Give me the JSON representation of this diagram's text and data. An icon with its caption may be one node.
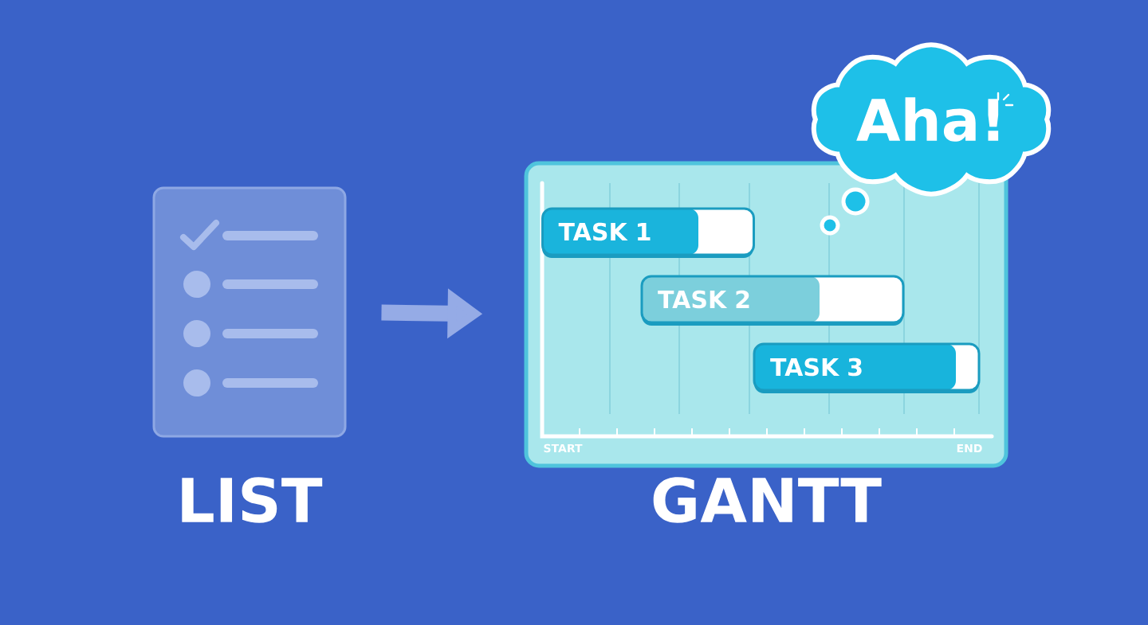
{
  "diagram": {
    "nodes": [
      {
        "text": [],
        "shape": "picture",
        "beside": [
          "LIST"
        ]
      },
      {
        "text": [],
        "shape": "box",
        "beside": [
          "GANTT"
        ]
      },
      {
        "text": [
          "TASK 1"
        ],
        "in": 1
      },
      {
        "text": [
          "TASK 2"
        ],
        "in": 1
      },
      {
        "text": [
          "TASK 3"
        ],
        "in": 1
      },
      {
        "text": [
          "Aha!"
        ]
      }
    ],
    "edges": [
      {
        "from": 0,
        "to": 1,
        "arrow": "to"
      }
    ],
    "labels": [
      "START",
      "END"
    ]
  }
}
